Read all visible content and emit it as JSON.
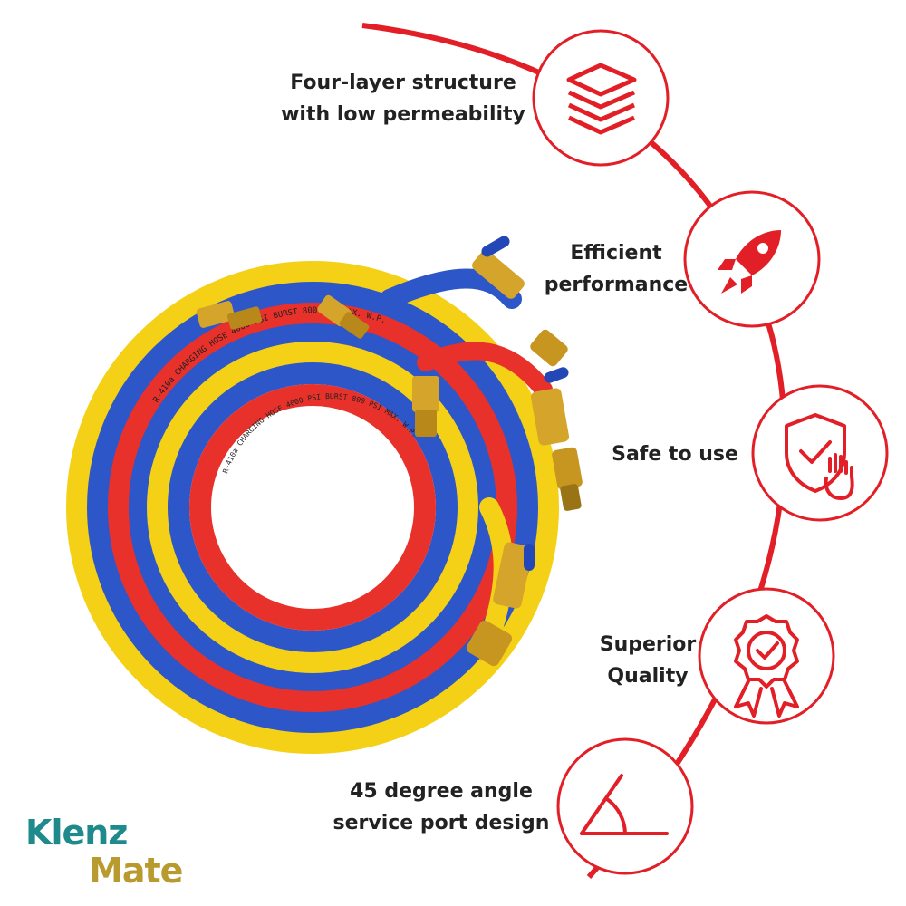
{
  "colors": {
    "accent": "#e21f26",
    "hose_yellow": "#f4d116",
    "hose_blue": "#2d56c8",
    "hose_red": "#e8312b",
    "brass": "#d4a52a",
    "text": "#222222",
    "logo_teal": "#1e8a8c",
    "logo_gold": "#b89a2e"
  },
  "hose_print": "R-410a  CHARGING  HOSE  4000 PSI  BURST  800 PSI  MAX.  W.P.",
  "features": [
    {
      "line1": "Four-layer structure",
      "line2": "with low permeability",
      "icon": "layers-icon"
    },
    {
      "line1": "Efficient",
      "line2": "performance",
      "icon": "rocket-icon"
    },
    {
      "line1": "Safe to use",
      "line2": "",
      "icon": "shield-check-hand-icon"
    },
    {
      "line1": "Superior",
      "line2": "Quality",
      "icon": "award-ribbon-icon"
    },
    {
      "line1": "45 degree angle",
      "line2": "service port design",
      "icon": "angle-icon"
    }
  ],
  "logo": {
    "line1": "Klenz",
    "line2": "Mate"
  }
}
